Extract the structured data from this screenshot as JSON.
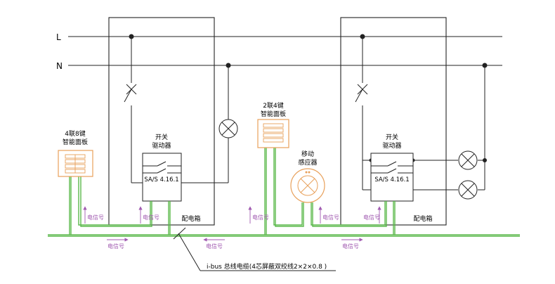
{
  "lines": {
    "live": "L",
    "neutral": "N"
  },
  "panel_left": {
    "title_line1": "4联8键",
    "title_line2": "智能面板"
  },
  "panel_mid": {
    "title_line1": "2联4键",
    "title_line2": "智能面板"
  },
  "driver": {
    "label_line1": "开关",
    "label_line2": "驱动器",
    "model": "SA/S 4.16.1"
  },
  "sensor": {
    "label_line1": "移动",
    "label_line2": "感应器"
  },
  "box_label": "配电箱",
  "signal_label": "电信号",
  "bus_cable": "i-bus 总线电缆(4芯屏蔽双绞线2×2×0.8 )",
  "colors": {
    "bus": "#5ab84a",
    "device": "#e8a05a",
    "signal": "#a05ab0",
    "wire": "#222222"
  }
}
